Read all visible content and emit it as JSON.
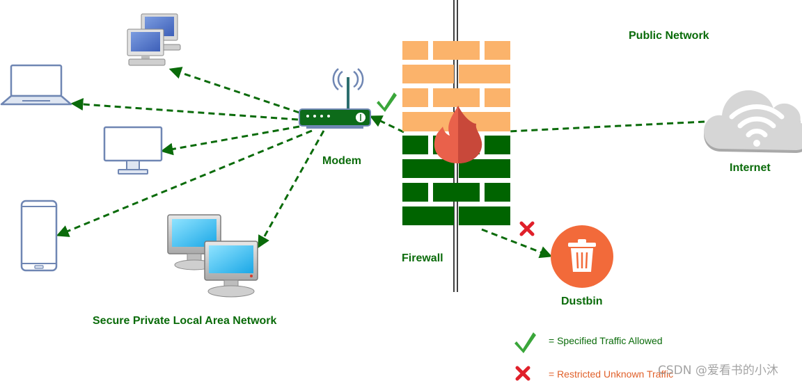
{
  "labels": {
    "public_network": "Public Network",
    "modem": "Modem",
    "internet": "Internet",
    "firewall": "Firewall",
    "dustbin": "Dustbin",
    "secure_lan": "Secure Private Local Area Network"
  },
  "legend": {
    "allowed": "= Specified Traffic Allowed",
    "restricted": "= Restricted Unknown Traffic"
  },
  "watermark": "CSDN @爱看书的小沐",
  "colors": {
    "label_green": "#0a6b0a",
    "arrow_green": "#0a6b0a",
    "brick_orange": "#fbb36b",
    "brick_green": "#006400",
    "flame_outer": "#e9614b",
    "flame_inner": "#c8483a",
    "check_green": "#3aa63a",
    "cross_red": "#e0202a",
    "dustbin_orange": "#f26a3a",
    "restricted_text": "#e0602a",
    "cloud_gray": "#cfcfcf"
  },
  "icons": [
    "desktop-pair-small-icon",
    "laptop-icon",
    "monitor-icon",
    "smartphone-icon",
    "desktop-pair-large-icon",
    "modem-icon",
    "firewall-wall-icon",
    "flame-icon",
    "cloud-wifi-icon",
    "dustbin-icon",
    "check-icon",
    "cross-icon"
  ]
}
